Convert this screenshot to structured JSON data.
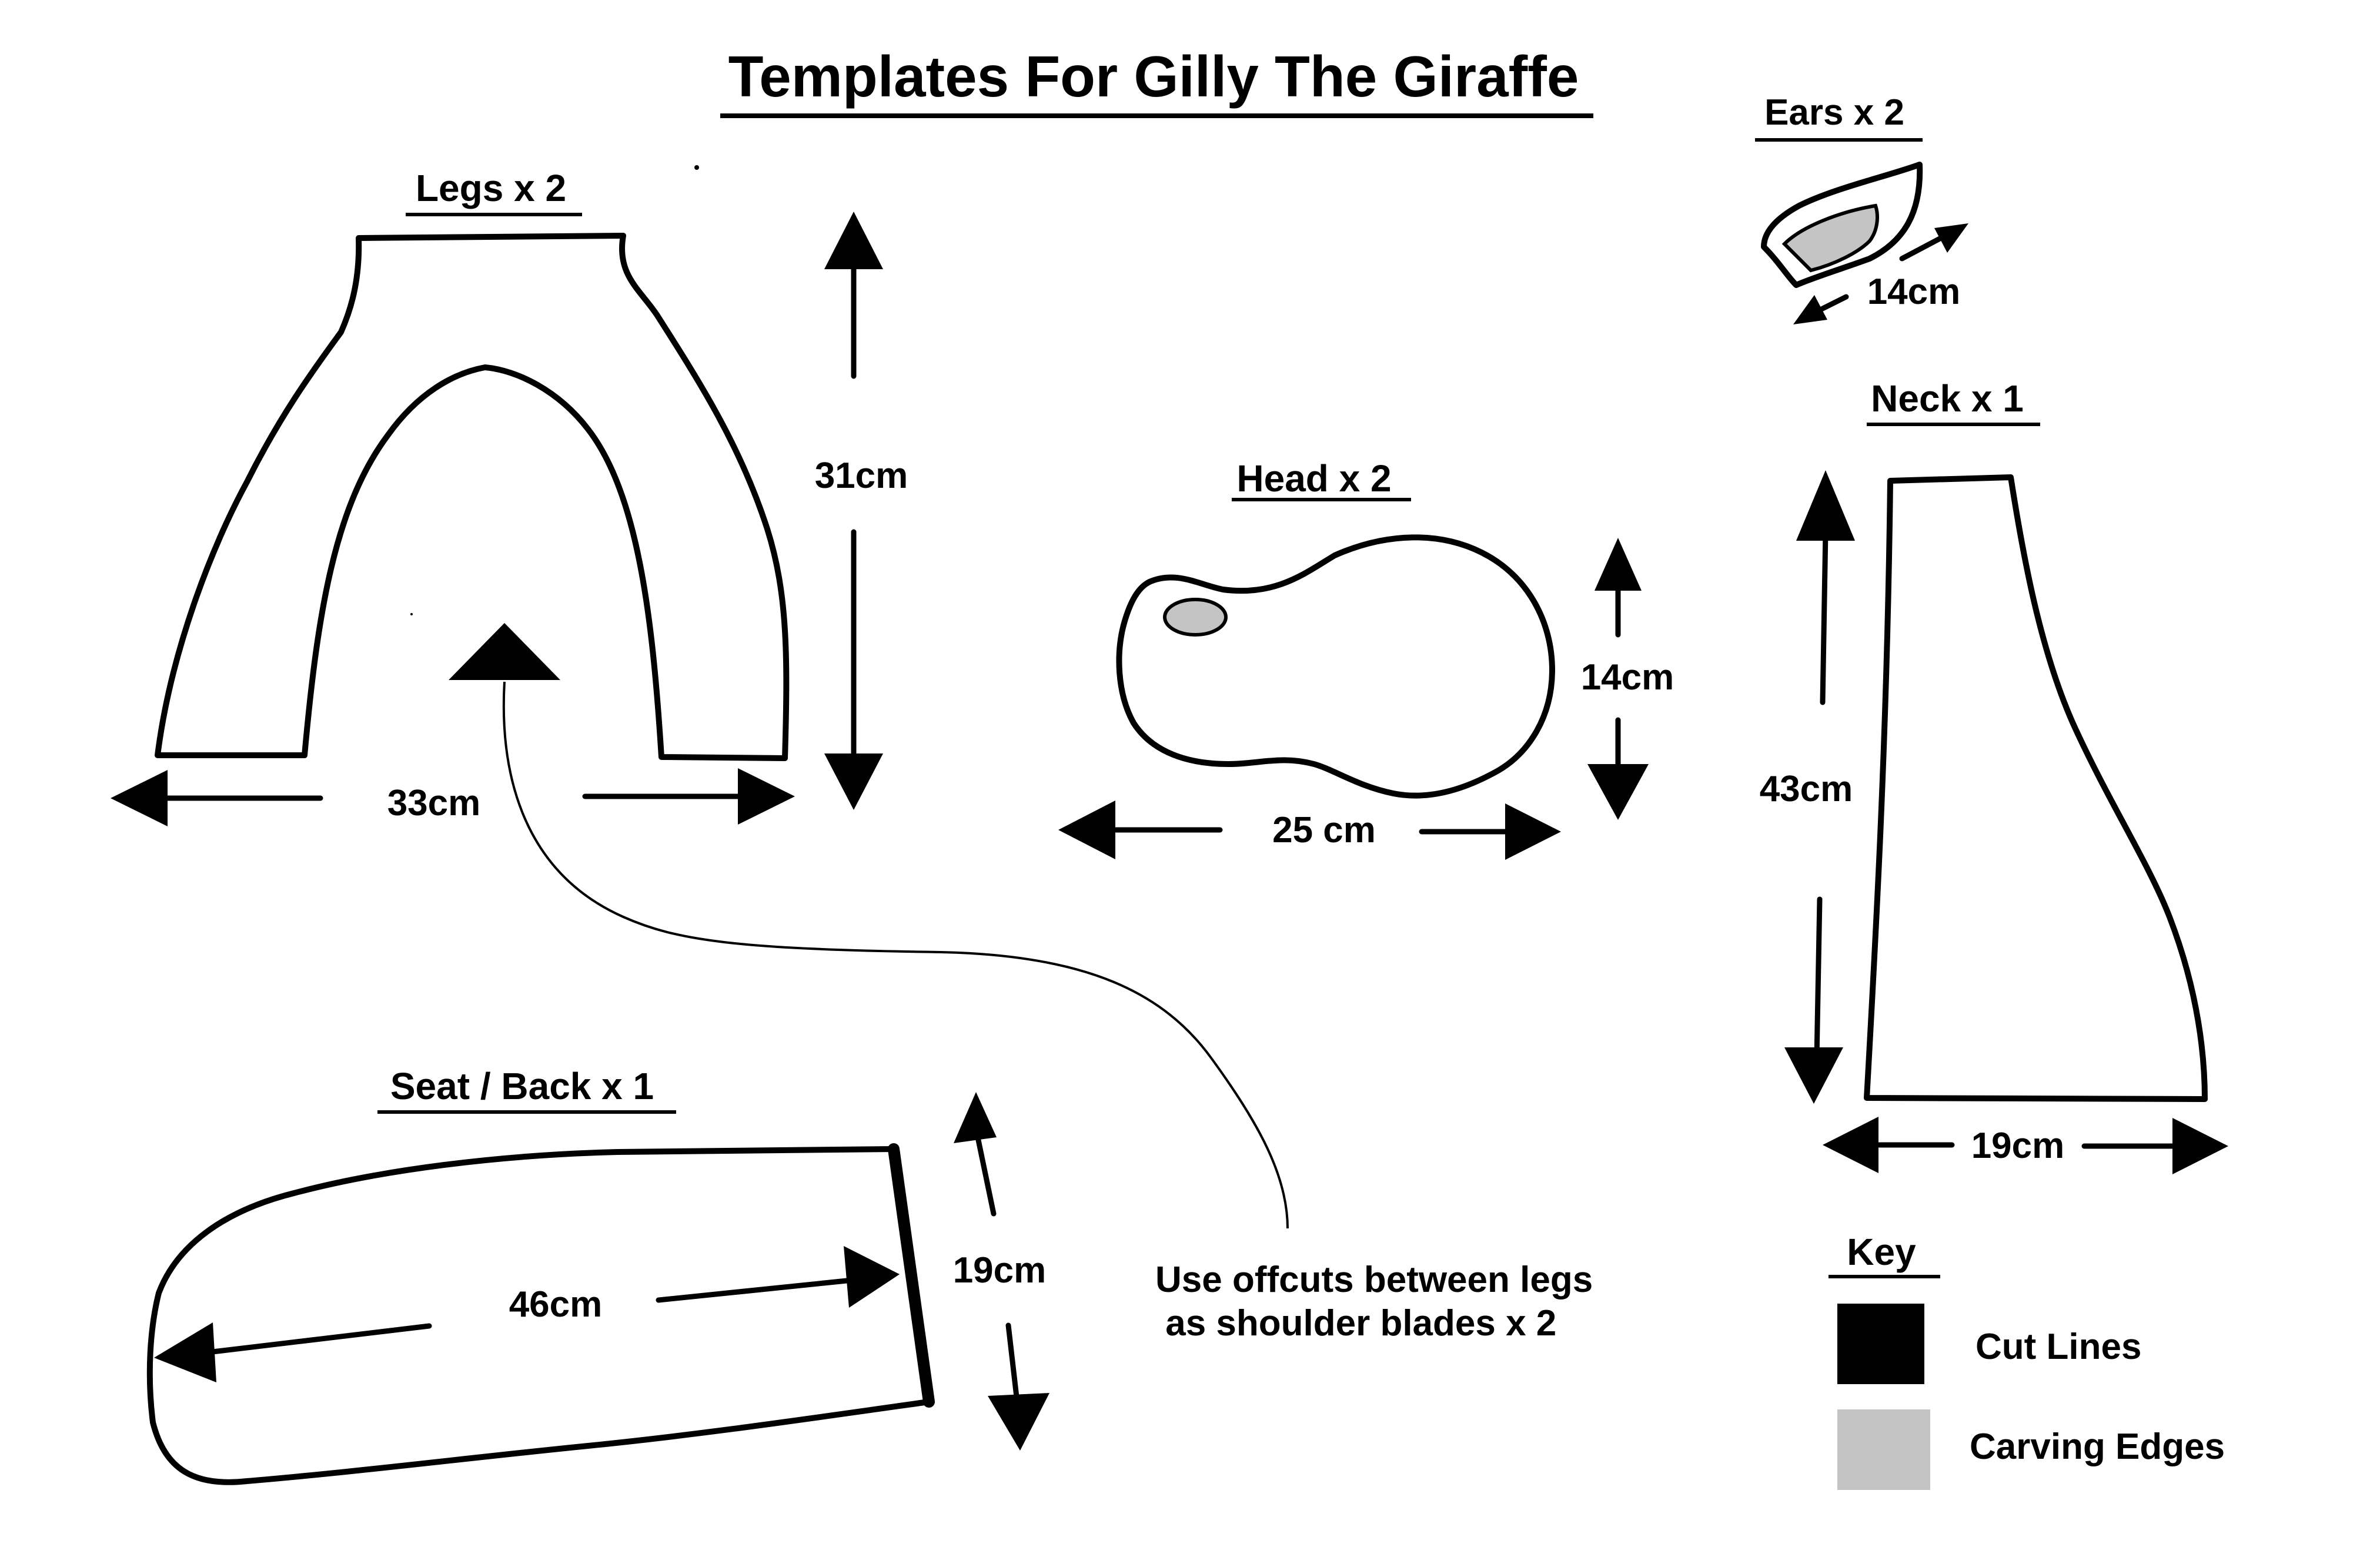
{
  "title": "Templates For Gilly The Giraffe",
  "colors": {
    "cut_lines": "#000000",
    "carving_edges": "#c4c4c4",
    "background": "#ffffff"
  },
  "pieces": {
    "legs": {
      "label": "Legs x 2",
      "width": "33cm",
      "height": "31cm"
    },
    "head": {
      "label": "Head x 2",
      "width": "25 cm",
      "height": "14cm"
    },
    "ears": {
      "label": "Ears x 2",
      "length": "14cm"
    },
    "neck": {
      "label": "Neck x 1",
      "width": "19cm",
      "height": "43cm"
    },
    "seat": {
      "label": "Seat / Back x 1",
      "length": "46cm",
      "width": "19cm"
    }
  },
  "note": {
    "line1": "Use offcuts between legs",
    "line2": " as shoulder blades x 2"
  },
  "key": {
    "title": "Key",
    "items": [
      {
        "label": "Cut Lines",
        "swatch": "cut-lines"
      },
      {
        "label": "Carving Edges",
        "swatch": "carving-edges"
      }
    ]
  }
}
